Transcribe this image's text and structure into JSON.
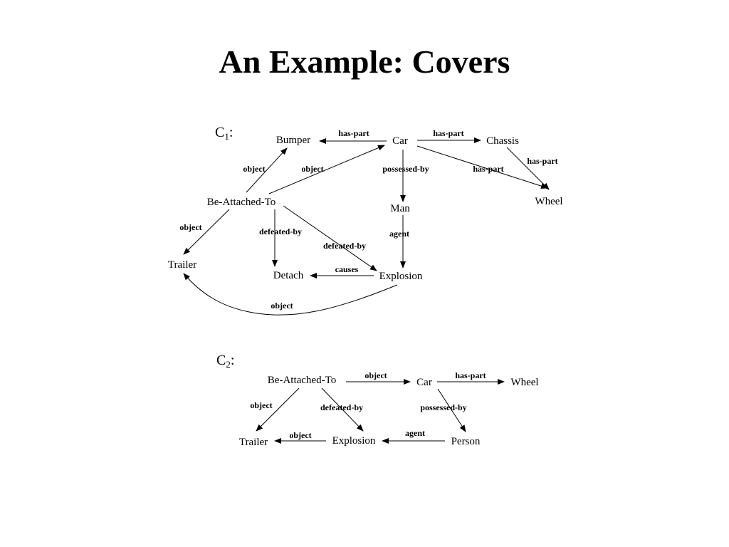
{
  "title": "An Example: Covers",
  "graphs": [
    {
      "id": "c1",
      "label": "C",
      "subscript": "1",
      "nodes": {
        "bumper": "Bumper",
        "car": "Car",
        "chassis": "Chassis",
        "be_attached_to": "Be-Attached-To",
        "man": "Man",
        "wheel": "Wheel",
        "trailer": "Trailer",
        "detach": "Detach",
        "explosion": "Explosion"
      },
      "edges": [
        {
          "from": "car",
          "to": "bumper",
          "label": "has-part"
        },
        {
          "from": "car",
          "to": "chassis",
          "label": "has-part"
        },
        {
          "from": "chassis",
          "to": "wheel",
          "label": "has-part"
        },
        {
          "from": "car",
          "to": "wheel",
          "label": "has-part"
        },
        {
          "from": "car",
          "to": "man",
          "label": "possessed-by"
        },
        {
          "from": "be_attached_to",
          "to": "bumper",
          "label": "object"
        },
        {
          "from": "be_attached_to",
          "to": "car",
          "label": "object"
        },
        {
          "from": "be_attached_to",
          "to": "trailer",
          "label": "object"
        },
        {
          "from": "be_attached_to",
          "to": "detach",
          "label": "defeated-by"
        },
        {
          "from": "be_attached_to",
          "to": "explosion",
          "label": "defeated-by"
        },
        {
          "from": "man",
          "to": "explosion",
          "label": "agent"
        },
        {
          "from": "explosion",
          "to": "detach",
          "label": "causes"
        },
        {
          "from": "explosion",
          "to": "trailer",
          "label": "object"
        }
      ]
    },
    {
      "id": "c2",
      "label": "C",
      "subscript": "2",
      "nodes": {
        "be_attached_to": "Be-Attached-To",
        "car": "Car",
        "wheel": "Wheel",
        "trailer": "Trailer",
        "explosion": "Explosion",
        "person": "Person"
      },
      "edges": [
        {
          "from": "be_attached_to",
          "to": "car",
          "label": "object"
        },
        {
          "from": "car",
          "to": "wheel",
          "label": "has-part"
        },
        {
          "from": "be_attached_to",
          "to": "trailer",
          "label": "object"
        },
        {
          "from": "be_attached_to",
          "to": "explosion",
          "label": "defeated-by"
        },
        {
          "from": "car",
          "to": "person",
          "label": "possessed-by"
        },
        {
          "from": "person",
          "to": "explosion",
          "label": "agent"
        },
        {
          "from": "explosion",
          "to": "trailer",
          "label": "object"
        }
      ]
    }
  ]
}
